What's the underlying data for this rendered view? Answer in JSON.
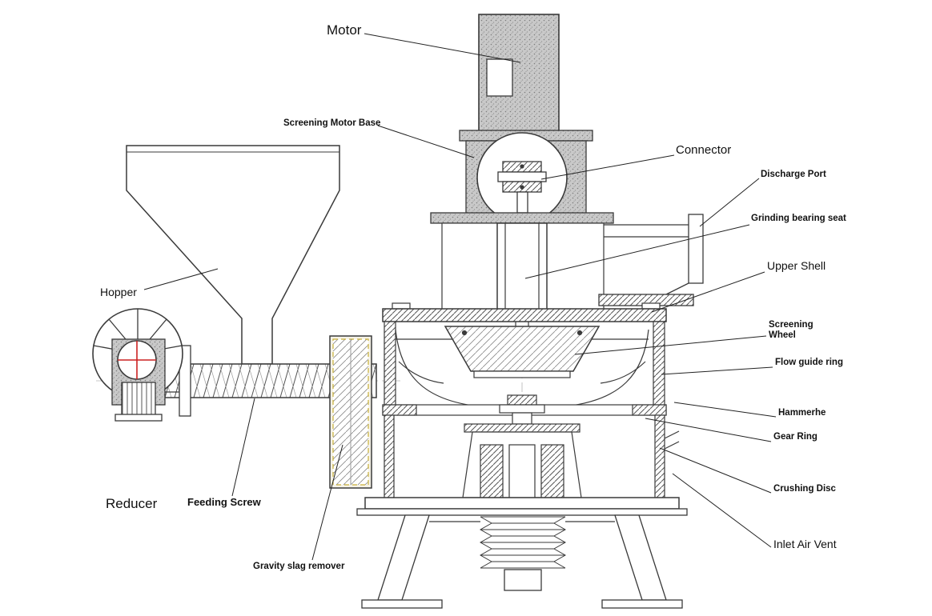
{
  "colors": {
    "line": "#3a3a3a",
    "red_cross": "#cc2222",
    "slag_dash": "#c9b037"
  },
  "labels": {
    "motor": "Motor",
    "screening_motor_base": "Screening Motor Base",
    "connector": "Connector",
    "discharge_port": "Discharge Port",
    "grinding_bearing_seat": "Grinding bearing seat",
    "upper_shell": "Upper Shell",
    "screening_wheel": "Screening Wheel",
    "flow_guide_ring": "Flow guide ring",
    "hammerhead": "Hammerhe",
    "gear_ring": "Gear Ring",
    "crushing_disc": "Crushing Disc",
    "inlet_air_vent": "Inlet Air Vent",
    "hopper": "Hopper",
    "reducer": "Reducer",
    "feeding_screw": "Feeding Screw",
    "gravity_slag_remover": "Gravity slag remover"
  }
}
